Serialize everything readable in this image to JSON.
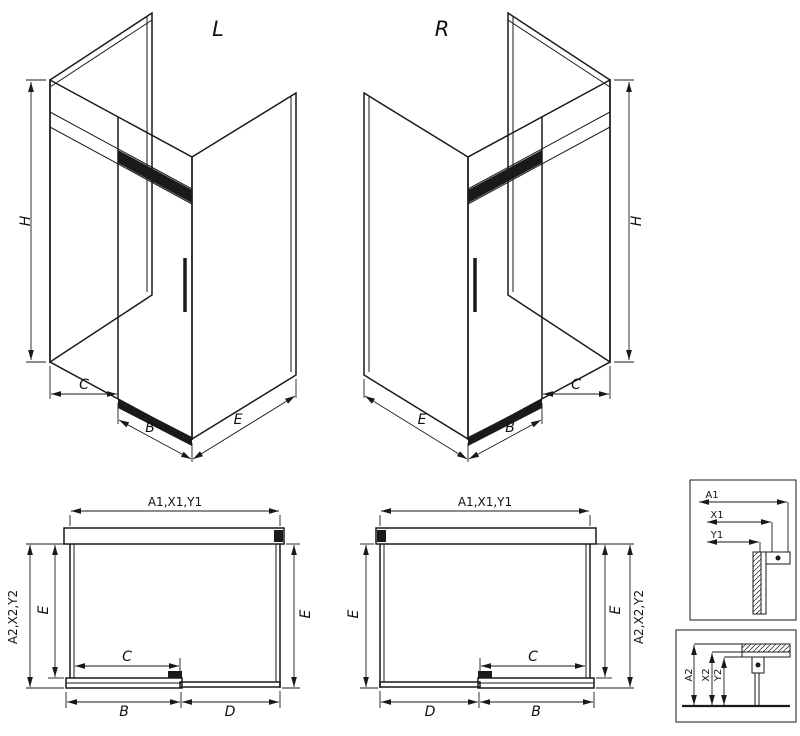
{
  "sheet": {
    "background": "#ffffff",
    "line_color": "#1a1a1a",
    "variants": {
      "left": "L",
      "right": "R"
    },
    "dims": {
      "h": "H",
      "b": "B",
      "c": "C",
      "d": "D",
      "e": "E",
      "a1x1y1": "A1,X1,Y1",
      "a2x2y2": "A2,X2,Y2",
      "a1": "A1",
      "x1": "X1",
      "y1": "Y1",
      "a2": "A2",
      "x2": "X2",
      "y2": "Y2"
    }
  }
}
